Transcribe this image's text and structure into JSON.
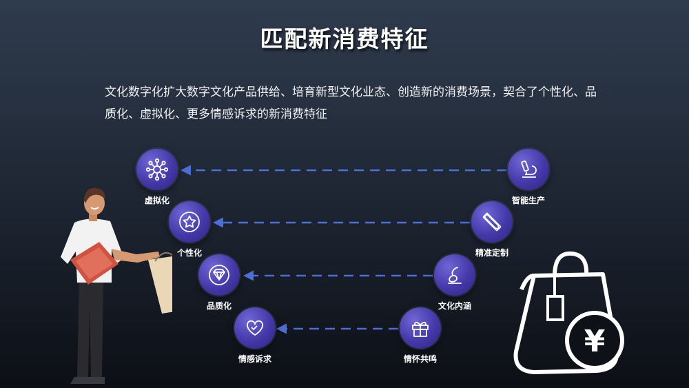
{
  "title": "匹配新消费特征",
  "description": "文化数字化扩大数字文化产品供给、培育新型文化业态、创造新的消费场景，契合了个性化、品质化、虚拟化、更多情感诉求的新消费特征",
  "left_items": [
    {
      "label": "虚拟化",
      "icon": "network-nodes-icon"
    },
    {
      "label": "个性化",
      "icon": "star-badge-icon"
    },
    {
      "label": "品质化",
      "icon": "diamond-icon"
    },
    {
      "label": "情感诉求",
      "icon": "hearts-icon"
    }
  ],
  "right_items": [
    {
      "label": "智能生产",
      "icon": "microscope-icon"
    },
    {
      "label": "精准定制",
      "icon": "ruler-pencil-icon"
    },
    {
      "label": "文化内涵",
      "icon": "brush-icon"
    },
    {
      "label": "情怀共鸣",
      "icon": "gift-icon"
    }
  ],
  "colors": {
    "node": "#4438a8",
    "arrow": "#4b6fd6",
    "text": "#ffffff"
  },
  "bag_symbol": "¥"
}
